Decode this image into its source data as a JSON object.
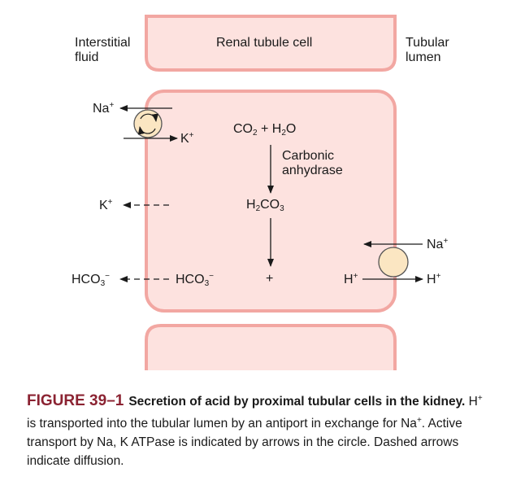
{
  "labels": {
    "interstitial_line1": "Interstitial",
    "interstitial_line2": "fluid",
    "renal_cell": "Renal tubule cell",
    "tubular_line1": "Tubular",
    "tubular_line2": "lumen",
    "na_in": "Na",
    "k_in": "K",
    "k_out": "K",
    "hco3_out": "HCO",
    "hco3_in": "HCO",
    "co2": "CO",
    "h2o": "H",
    "carbonic_line1": "Carbonic",
    "carbonic_line2": "anhydrase",
    "h2co3_h": "H",
    "h2co3_co": "CO",
    "plus": "+",
    "h_in": "H",
    "na_lumen": "Na",
    "h_lumen": "H"
  },
  "caption": {
    "figure_number": "FIGURE 39–1",
    "title": "Secretion of acid by proximal tubular cells in the kidney.",
    "body_1": " H",
    "body_2": " is transported into the tubular lumen by an antiport in exchange for Na",
    "body_3": ". Active transport by Na, K ATPase is indicated by arrows in the circle. Dashed arrows indicate diffusion."
  },
  "colors": {
    "cell_fill": "#fde2df",
    "cell_border": "#f2a7a2",
    "transporter_fill": "#fbe6c2",
    "figure_accent": "#8b2332"
  }
}
